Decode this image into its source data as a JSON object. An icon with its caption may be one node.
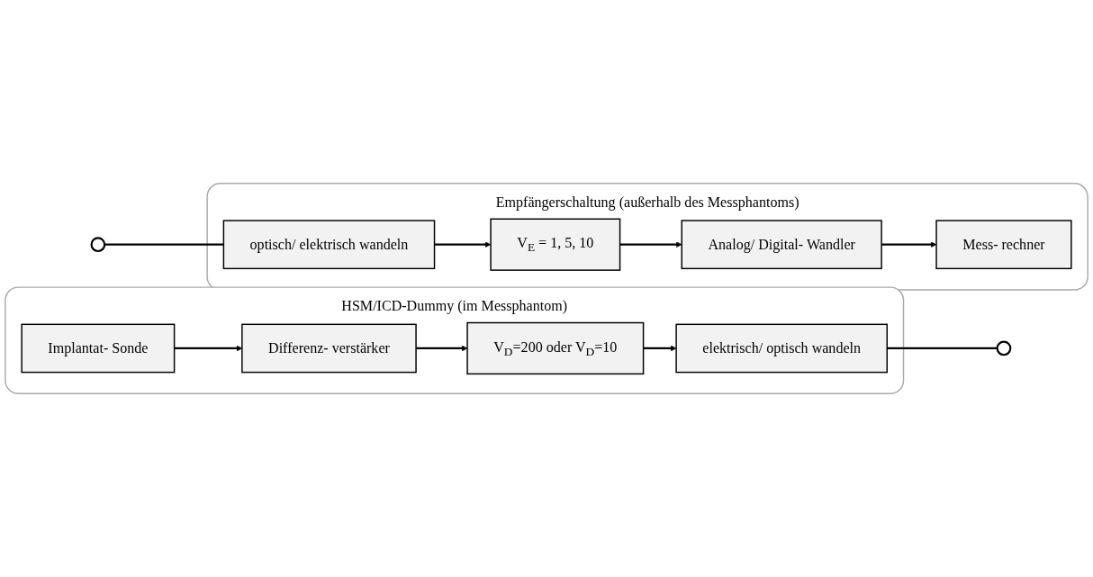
{
  "diagram": {
    "nodes": [
      {
        "text": [
          "HSM/ICD-Dummy (im Messphantom)"
        ]
      },
      {
        "text": [
          "Implantat- Sonde"
        ],
        "in": 0
      },
      {
        "text": [
          "Differenz- verstärker"
        ],
        "in": 0
      },
      {
        "text": [
          "V$_{D}$=200 oder V$_{D}$=10"
        ],
        "in": 0
      },
      {
        "text": [
          "elektrisch/ optisch wandeln"
        ],
        "in": 0
      },
      {
        "text": [],
        "shape": "circle"
      },
      {
        "text": [
          "Empfängerschaltung (außerhalb des Messphantoms)"
        ]
      },
      {
        "text": [],
        "shape": "circle"
      },
      {
        "text": [
          "optisch/ elektrisch wandeln"
        ],
        "in": 6
      },
      {
        "text": [
          "V$_{E}$ = 1, 5, 10"
        ],
        "in": 6
      },
      {
        "text": [
          "Analog/ Digital- Wandler"
        ],
        "in": 6
      },
      {
        "text": [
          "Mess- rechner"
        ],
        "in": 6
      }
    ],
    "edges": [
      {
        "from": 1,
        "to": 2,
        "arrow": "to"
      },
      {
        "from": 2,
        "to": 3,
        "arrow": "to"
      },
      {
        "from": 3,
        "to": 4,
        "arrow": "to"
      },
      {
        "from": 4,
        "to": 5,
        "arrow": "none"
      },
      {
        "from": 7,
        "to": 8,
        "arrow": "none"
      },
      {
        "from": 8,
        "to": 9,
        "arrow": "to"
      },
      {
        "from": 9,
        "to": 10,
        "arrow": "to"
      },
      {
        "from": 10,
        "to": 11,
        "arrow": "to"
      }
    ]
  }
}
